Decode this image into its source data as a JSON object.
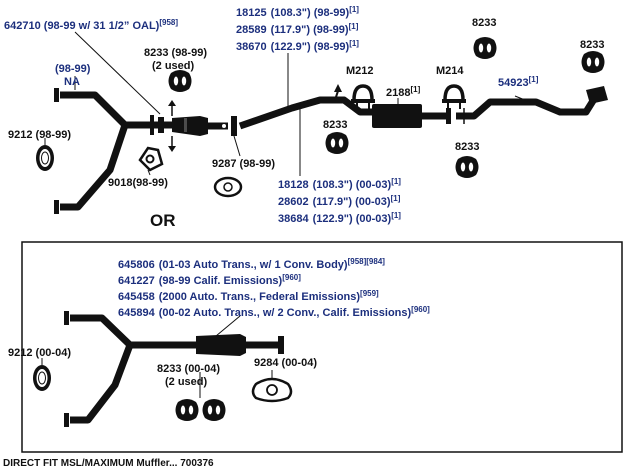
{
  "top": {
    "p642710": {
      "part": "642710",
      "desc": "(98-99 w/ 31 1/2” OAL)",
      "sup": "[958]"
    },
    "pipe_a": [
      {
        "part": "18125",
        "desc": "(108.3\")  (98-99)",
        "sup": "[1]"
      },
      {
        "part": "28589",
        "desc": "(117.9\")  (98-99)",
        "sup": "[1]"
      },
      {
        "part": "38670",
        "desc": "(122.9\")  (98-99)",
        "sup": "[1]"
      }
    ],
    "pipe_b": [
      {
        "part": "18128",
        "desc": "(108.3\")  (00-03)",
        "sup": "[1]"
      },
      {
        "part": "28602",
        "desc": "(117.9\")  (00-03)",
        "sup": "[1]"
      },
      {
        "part": "38684",
        "desc": "(122.9\")  (00-03)",
        "sup": "[1]"
      }
    ],
    "na_years": "(98-99)",
    "na_label": "NA",
    "hanger_8233_a": "8233 (98-99)",
    "hanger_8233_a_used": "(2 used)",
    "manifold_9212": "9212 (98-99)",
    "gasket_9018": "9018(98-99)",
    "gasket_9287": "9287 (98-99)",
    "clamp_m212": "M212",
    "clamp_m214": "M214",
    "muffler_2188": "2188",
    "muffler_2188_sup": "[1]",
    "tail_54923": "54923",
    "tail_54923_sup": "[1]",
    "hanger_8233_tr1": "8233",
    "hanger_8233_tr2": "8233",
    "hanger_8233_mid": "8233",
    "hanger_8233_low": "8233"
  },
  "or_label": "OR",
  "bottom": {
    "lines": [
      {
        "part": "645806",
        "desc": "(01-03 Auto Trans., w/ 1 Conv. Body)",
        "sup": "[958][984]"
      },
      {
        "part": "641227",
        "desc": "(98-99 Calif. Emissions)",
        "sup": "[960]"
      },
      {
        "part": "645458",
        "desc": "(2000 Auto. Trans., Federal Emissions)",
        "sup": "[959]"
      },
      {
        "part": "645894",
        "desc": "(00-02 Auto. Trans., w/ 2 Conv., Calif. Emissions)",
        "sup": "[960]"
      }
    ],
    "manifold_9212": "9212 (00-04)",
    "hanger_8233": "8233 (00-04)",
    "hanger_8233_used": "(2 used)",
    "gasket_9284": "9284 (00-04)"
  },
  "footer": "DIRECT FIT MSL/MAXIMUM Muffler... 700376",
  "colors": {
    "part_text": "#1c2f7d",
    "label_text": "#111111",
    "line": "#111111"
  }
}
